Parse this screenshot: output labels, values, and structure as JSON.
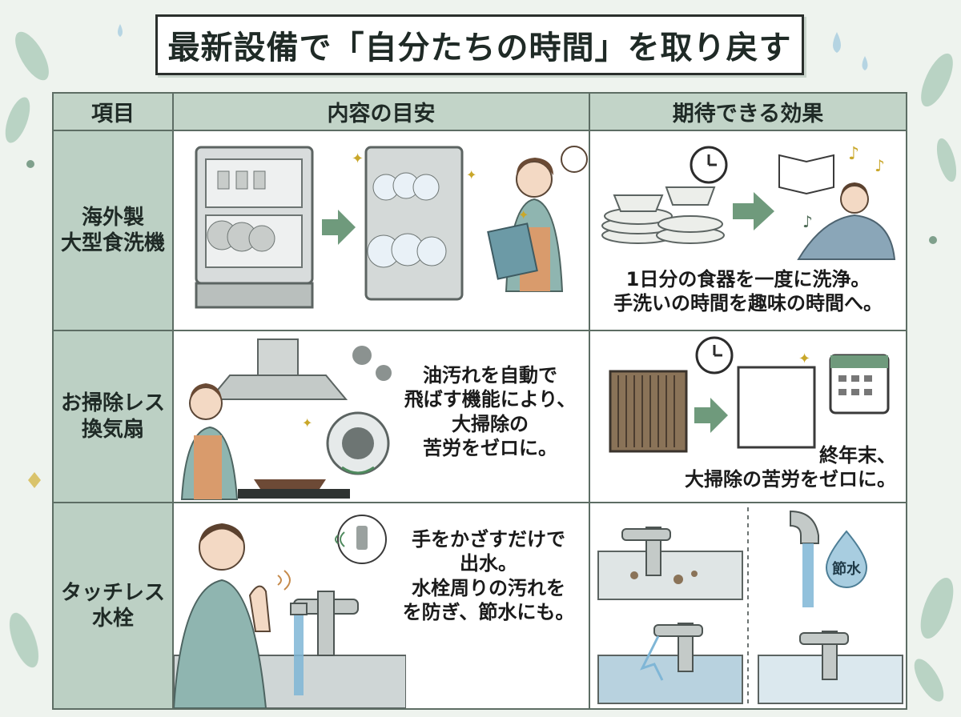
{
  "title": "最新設備で「自分たちの時間」を取り戻す",
  "table": {
    "headers": [
      "項目",
      "内容の目安",
      "期待できる効果"
    ],
    "rows": [
      {
        "item_lines": [
          "海外製",
          "大型食洗機"
        ],
        "content_lines": [],
        "effect_lines": [
          "1日分の食器を一度に洗浄。",
          "手洗いの時間を趣味の時間へ。"
        ]
      },
      {
        "item_lines": [
          "お掃除レス",
          "換気扇"
        ],
        "content_lines": [
          "油汚れを自動で",
          "飛ばす機能により、",
          "大掃除の",
          "苦労をゼロに。"
        ],
        "effect_lines": [
          "終年末、",
          "大掃除の苦労をゼロに。"
        ]
      },
      {
        "item_lines": [
          "タッチレス",
          "水栓"
        ],
        "content_lines": [
          "手をかざすだけで",
          "出水。",
          "水栓周りの汚れを",
          "を防ぎ、節水にも。"
        ],
        "effect_lines": []
      }
    ]
  },
  "badges": {
    "water_saving": "節水"
  },
  "colors": {
    "header_green": "#c2d4c8",
    "item_green": "#bcd0c4",
    "arrow_green": "#6f9a7c",
    "water_blue": "#7fb6d6"
  }
}
